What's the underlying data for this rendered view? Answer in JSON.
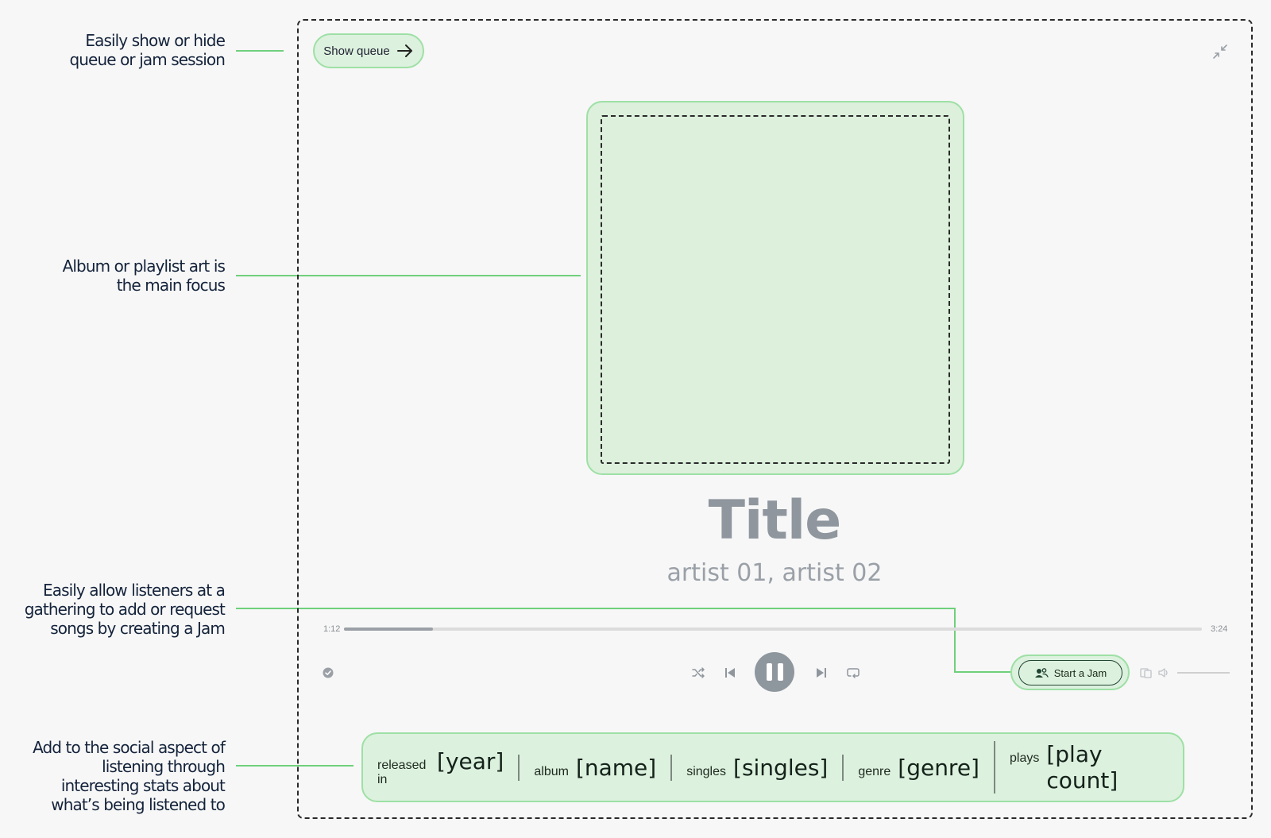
{
  "annotations": {
    "queue": [
      "Easily show or hide",
      "queue or jam session"
    ],
    "art": [
      "Album or playlist art is",
      "the main focus"
    ],
    "jam": [
      "Easily allow listeners at a",
      "gathering to add or request",
      "songs by creating a Jam"
    ],
    "stats": [
      "Add to the social aspect of",
      "listening through",
      "interesting stats about",
      "what’s being listened to"
    ]
  },
  "header": {
    "show_queue_label": "Show queue"
  },
  "track": {
    "title": "Title",
    "artists": "artist 01, artist 02",
    "elapsed": "1:12",
    "duration": "3:24",
    "progress": 0.104
  },
  "jam": {
    "label": "Start a Jam"
  },
  "stats": [
    {
      "label": "released in",
      "value": "[year]"
    },
    {
      "label": "album",
      "value": "[name]"
    },
    {
      "label": "singles",
      "value": "[singles]"
    },
    {
      "label": "genre",
      "value": "[genre]"
    },
    {
      "label": "plays",
      "value": "[play count]"
    }
  ],
  "icons": {
    "show_queue": "arrow-right-icon",
    "minimize": "minimize-icon",
    "liked": "check-circle-icon",
    "shuffle": "shuffle-icon",
    "previous": "skip-previous-icon",
    "play_pause": "pause-icon",
    "next": "skip-next-icon",
    "repeat": "repeat-icon",
    "jam": "jam-icon",
    "device": "device-icon",
    "volume": "volume-icon"
  },
  "colors": {
    "accent_fill": "#dcf1de",
    "accent_border": "#9ee0a5",
    "leader_line": "#6fd07c",
    "muted_text": "#8f969e"
  }
}
